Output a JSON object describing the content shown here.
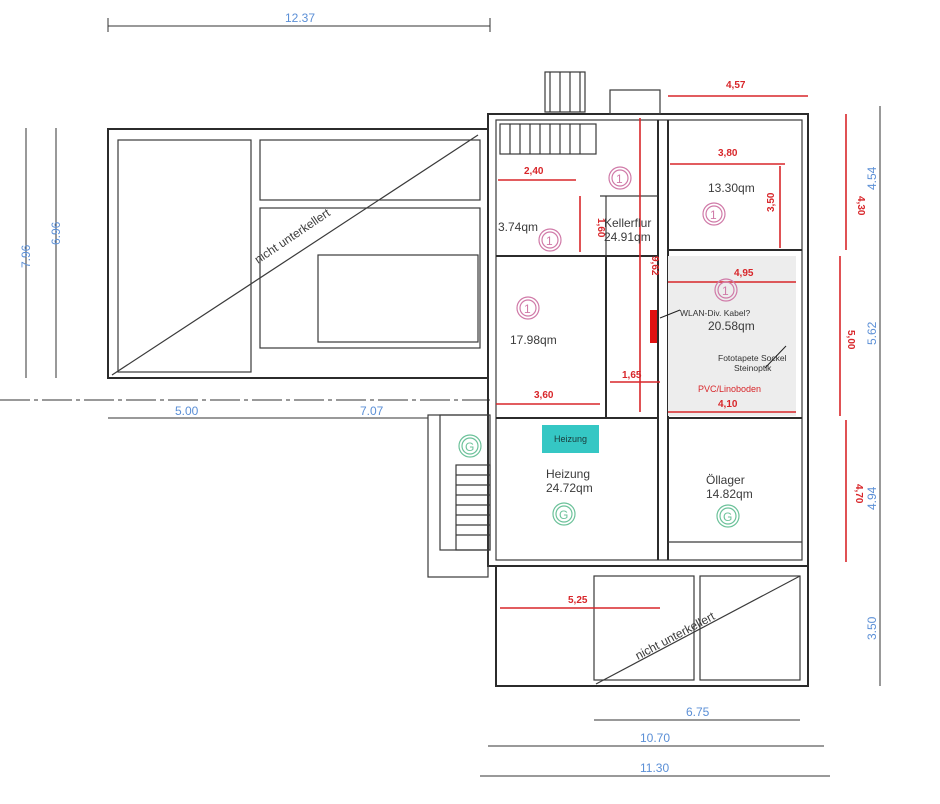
{
  "dimensions_blue": {
    "top_total": "12.37",
    "left_outer": "7.96",
    "left_inner": "6.96",
    "mid_left": "5.00",
    "mid_right": "7.07",
    "right_top": "4.54",
    "right_mid": "5.62",
    "right_lower": "4.94",
    "right_bottom": "3.50",
    "bottom_1": "6.75",
    "bottom_2": "10.70",
    "bottom_3": "11.30"
  },
  "dimensions_red": {
    "top_stair": "4,57",
    "room_13_width": "3,80",
    "room_13_height": "3,50",
    "right_upper_height": "4,30",
    "corridor_width": "2,40",
    "small_room_height": "1,60",
    "corridor_length": "9,62",
    "room_20_width": "4,95",
    "room_20_height": "5,00",
    "room_20_bottom": "4,10",
    "oil_height": "4,70",
    "room_17_width": "3,60",
    "passage_width": "1,65",
    "heating_width": "5,25"
  },
  "rooms": {
    "room_13": "13.30qm",
    "kellerflur_name": "Kellerflur",
    "kellerflur_area": "24.91qm",
    "small_room": "3.74qm",
    "room_17": "17.98qm",
    "room_20": "20.58qm",
    "heizung_name": "Heizung",
    "heizung_area": "24.72qm",
    "oellager_name": "Öllager",
    "oellager_area": "14.82qm"
  },
  "annotations": {
    "wlan": "WLAN-Div. Kabel?",
    "fototapete_1": "Fototapete Sockel",
    "fototapete_2": "Steinoptik",
    "floor": "PVC/Linoboden",
    "heizung_marker": "Heizung",
    "not_basement_1": "nicht unterkellert",
    "not_basement_2": "nicht unterkellert"
  },
  "markers": {
    "floor_symbol": "1",
    "heating_symbol": "G"
  },
  "colors": {
    "dimension_blue": "#5b8fd6",
    "dimension_red": "#d8262a",
    "room_shaded": "#ededed",
    "heating_box": "#35c7c4",
    "pink_marker": "#d07aa8",
    "green_marker": "#6cc29a"
  }
}
